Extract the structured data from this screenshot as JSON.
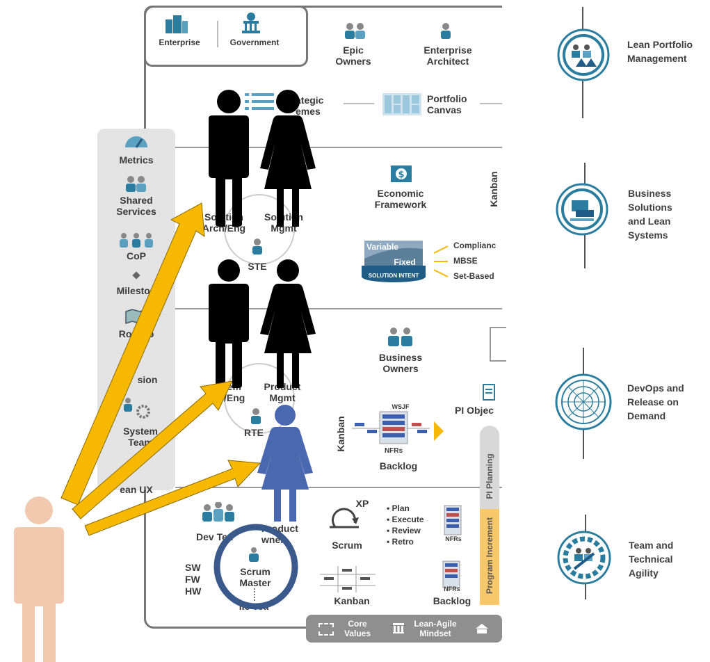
{
  "top": {
    "enterprise": "Enterprise",
    "government": "Government",
    "epic_owners": "Epic\nOwners",
    "enterprise_architect": "Enterprise\nArchitect",
    "strategic_themes": "ategic\nemes",
    "portfolio_canvas": "Portfolio\nCanvas"
  },
  "sidebar": {
    "metrics": "Metrics",
    "shared_services": "Shared\nServices",
    "cop": "CoP",
    "milestones": "Mileston",
    "roadmap": "Roa  ap",
    "vision": "sion",
    "system_team": "System\nTeam",
    "lean_ux": "ean UX"
  },
  "solution": {
    "solution_arch": "Solution\nArch/Eng",
    "solution_mgmt": "Solution\nMgmt",
    "ste": "STE",
    "economic_framework": "Economic\nFramework",
    "kanban_vertical": "Kanban",
    "variable": "Variable",
    "fixed": "Fixed",
    "solution_intent": "SOLUTION INTENT",
    "compliance": "Complianc",
    "mbse": "MBSE",
    "set_based": "Set-Based"
  },
  "art": {
    "system_arch": "tem\n/Eng",
    "product_mgmt": "Product\nMgmt",
    "rte": "RTE",
    "business_owners": "Business\nOwners",
    "pi_objectives": "PI Objec",
    "kanban_vertical": "Kanban",
    "wsjf": "WSJF",
    "nfrs": "NFRs",
    "backlog": "Backlog",
    "pi_planning": "PI Planning",
    "program_increment": "Program Increment"
  },
  "team": {
    "dev_team": "Dev Tea",
    "product_owner": "Product\nwner",
    "sw": "SW",
    "fw": "FW",
    "hw": "HW",
    "scrum_master": "Scrum\nMaster",
    "agile_teams": "ile Tea",
    "xp": "XP",
    "scrum": "Scrum",
    "plan": "• Plan",
    "execute": "• Execute",
    "review": "• Review",
    "retro": "• Retro",
    "nfrs": "NFRs",
    "kanban": "Kanban",
    "backlog": "Backlog"
  },
  "footer": {
    "core_values": "Core\nValues",
    "lean_agile_mindset": "Lean-Agile\nMindset"
  },
  "right_panel": [
    {
      "label": "Lean Portfolio\nManagement",
      "icon": "portfolio-icon"
    },
    {
      "label": "Business\nSolutions\nand Lean\nSystems",
      "icon": "solutions-icon"
    },
    {
      "label": "DevOps and\nRelease on\nDemand",
      "icon": "devops-icon"
    },
    {
      "label": "Team and\nTechnical\nAgility",
      "icon": "agility-icon"
    }
  ],
  "colors": {
    "arrow": "#f6b800",
    "person_blue": "#4a68b0",
    "person_skin": "#f1c9ae",
    "circle": "#3a5a8c",
    "icon_teal": "#2a7d9e"
  }
}
